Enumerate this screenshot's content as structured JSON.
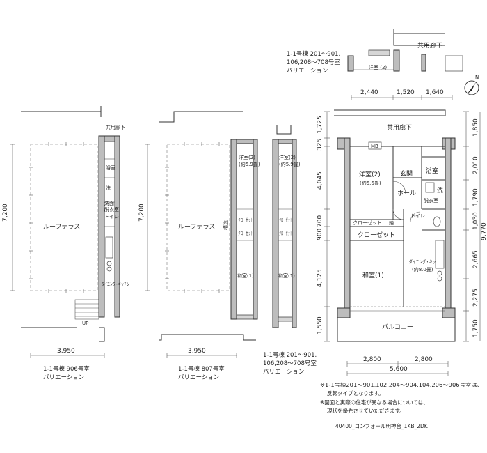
{
  "labels": {
    "common_corridor": "共用廊下",
    "roof_terrace": "ルーフテラス",
    "bath": "浴室",
    "wash": "洗",
    "washroom": "洗面",
    "dressing": "脱衣室",
    "toilet": "トイレ",
    "dining_kitchen": "ダイニング・キッチン",
    "dining_kitchen_area": "(約8.0畳)",
    "western_room": "洋室(2)",
    "western_room_area_a": "(約5.6畳)",
    "western_room_area_b": "(約5.9畳)",
    "closet": "クローゼット",
    "closet_storage": "クローゼット",
    "storage": "納",
    "entrance": "玄関",
    "hall": "ホール",
    "japanese_room": "和室(1)",
    "balcony": "バルコニー",
    "meter_box": "MB",
    "up": "UP",
    "north": "N",
    "structure": "構造"
  },
  "captions": {
    "unit906_line1": "1-1号棟 906号室",
    "unit906_line2": "バリエーション",
    "unit807_line1": "1-1号棟 807号室",
    "unit807_line2": "バリエーション",
    "variation_line1": "1-1号棟 201〜901.",
    "variation_line2": "106,208〜708号室",
    "variation_line3": "バリエーション"
  },
  "dimensions": {
    "w906": "3,950",
    "h906": "7,200",
    "w807": "3,950",
    "h807": "7,200",
    "top_a": "2,440",
    "top_b": "1,520",
    "top_c": "1,640",
    "bottom_a": "2,800",
    "bottom_b": "2,800",
    "bottom_total": "5,600",
    "left_1": "1,725",
    "left_2": "325",
    "left_3": "4,045",
    "left_4": "900",
    "left_5": "700",
    "left_6": "4,125",
    "left_7": "1,550",
    "right_1": "1,850",
    "right_2": "2,010",
    "right_3": "1,790",
    "right_4": "1,030",
    "right_5": "2,665",
    "right_6": "2,275",
    "right_7": "1,750",
    "right_total": "9,770"
  },
  "notes": {
    "line1": "※1-1号棟201〜901,102,204〜904,104,206〜906号室は、",
    "line2": "反転タイプとなります。",
    "line3": "※図面と実際の住宅が異なる場合については、",
    "line4": "現状を優先させていただきます。"
  },
  "footer": "40400_コンフォール明神台_1KB_2DK"
}
